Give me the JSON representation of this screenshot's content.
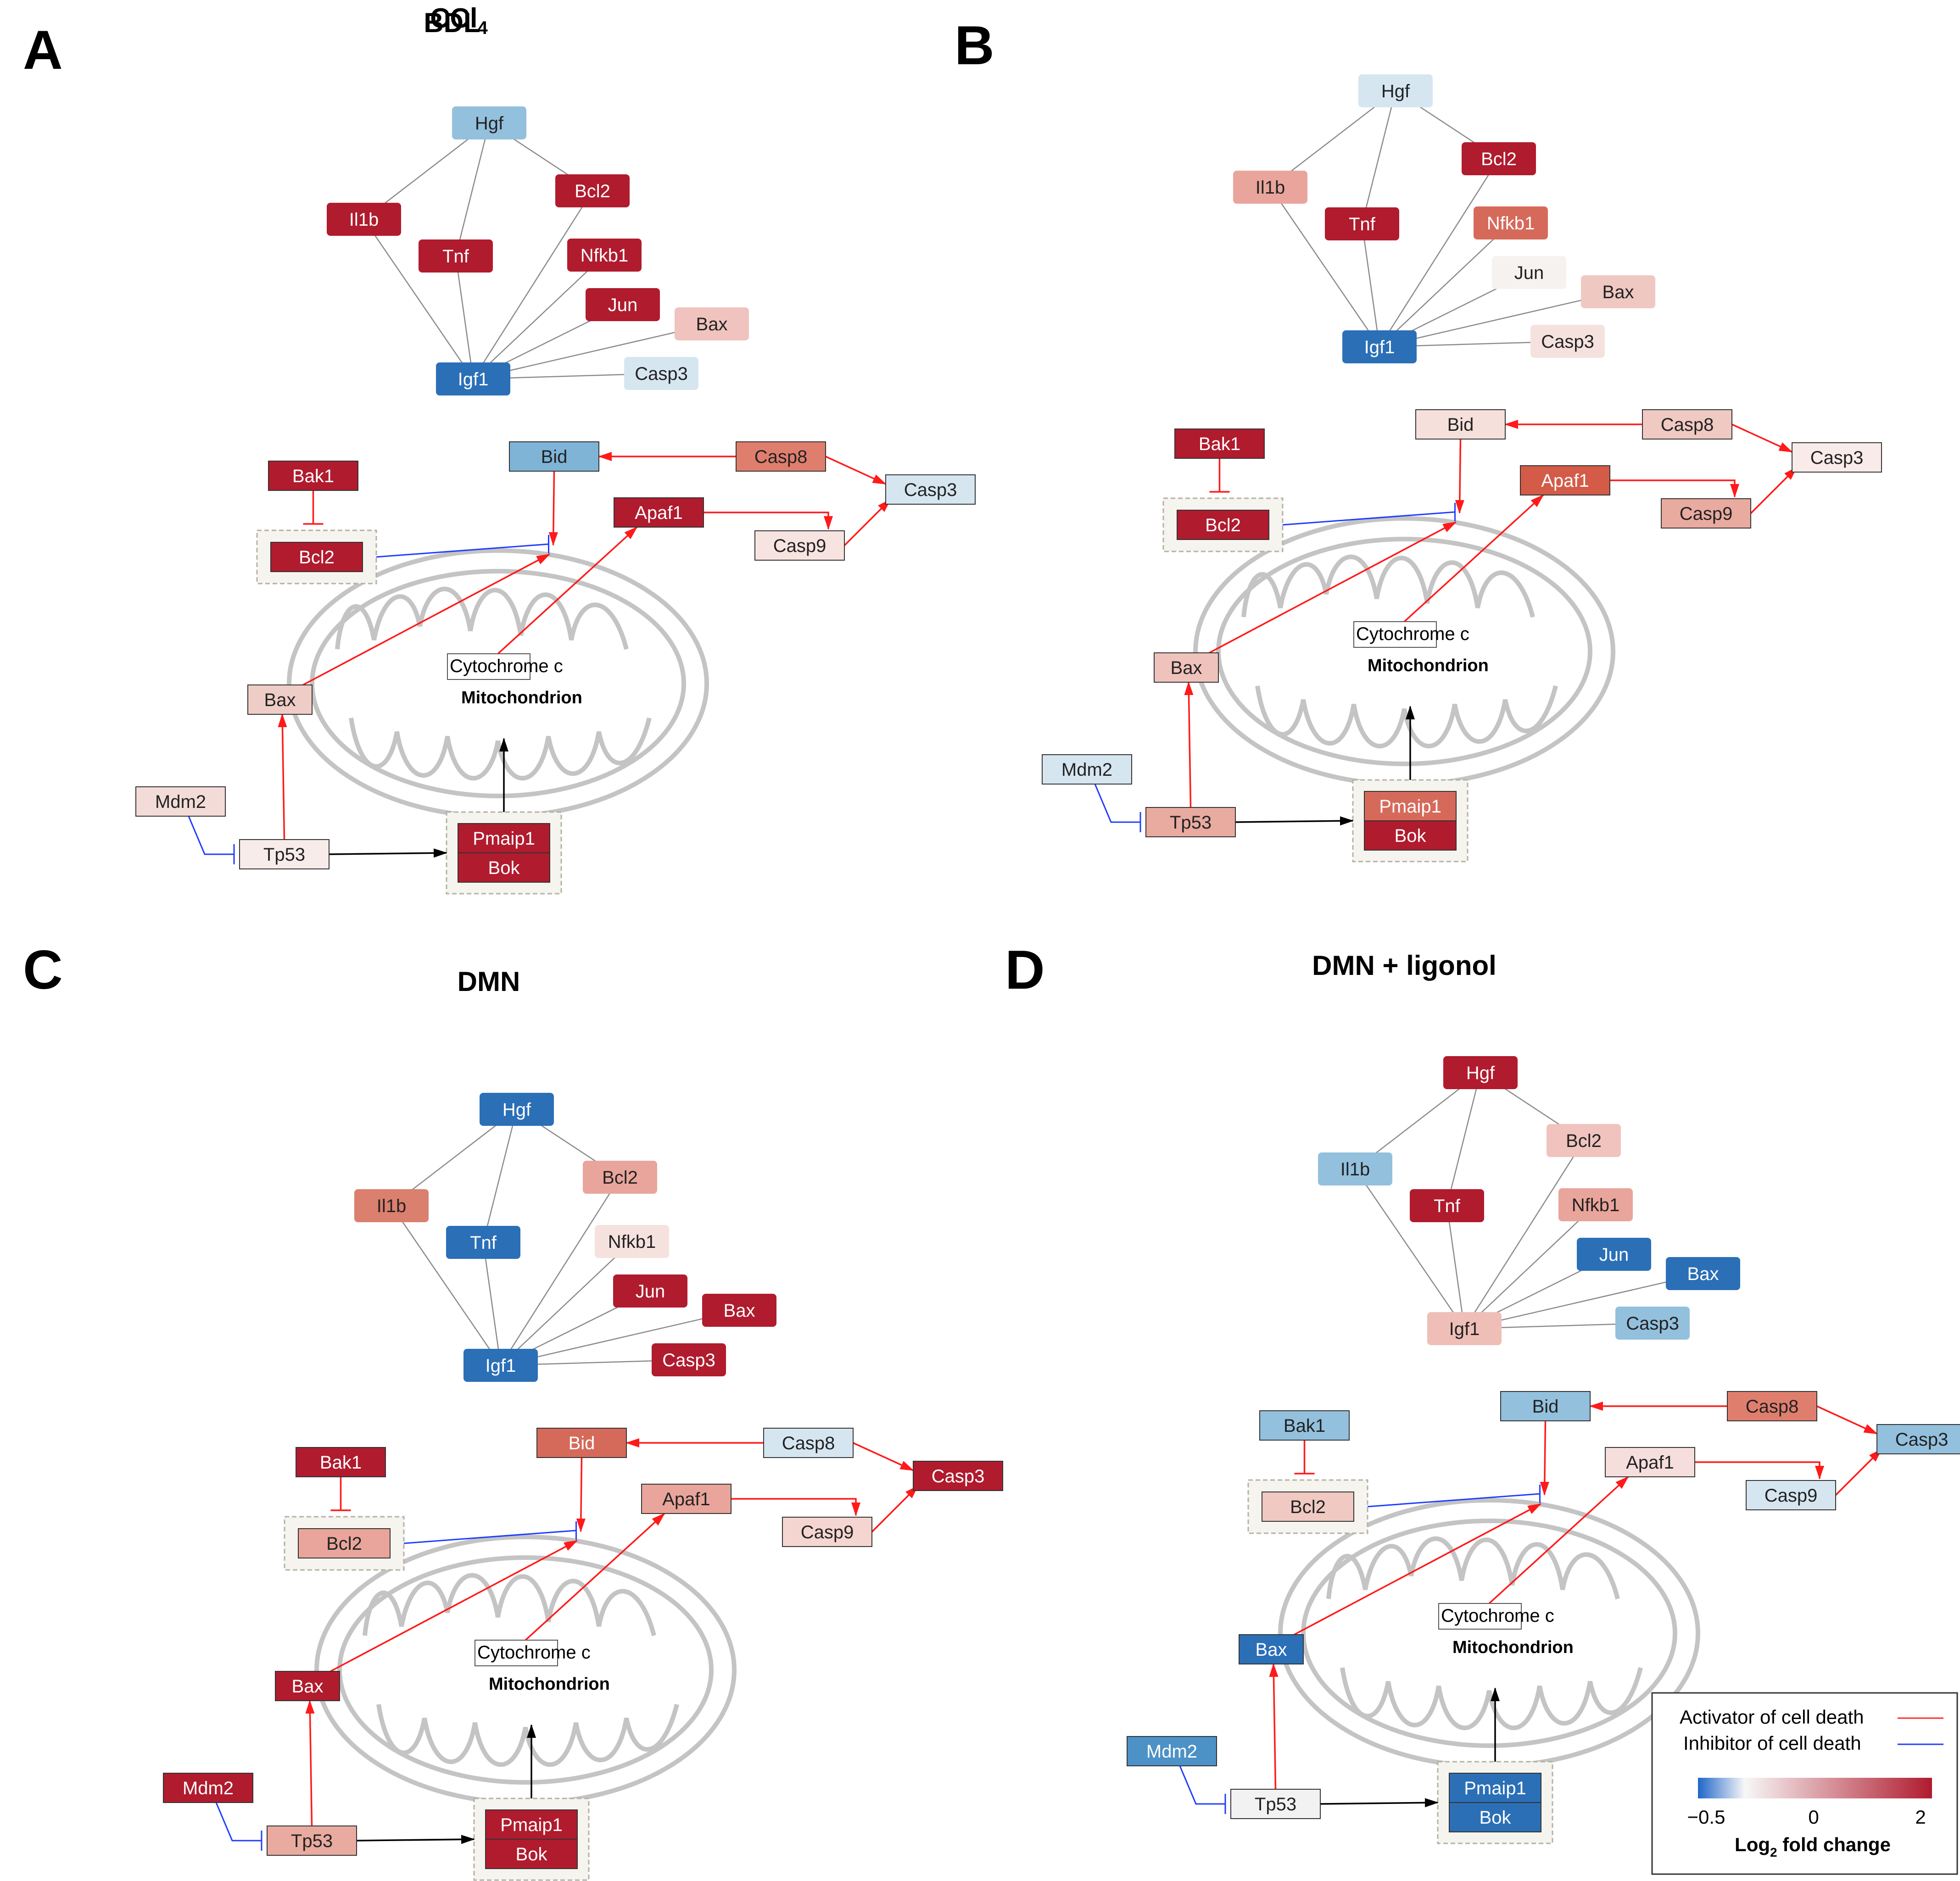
{
  "panels": [
    {
      "letter": "A",
      "title": "BDL",
      "title_sub": "",
      "network": {
        "Hgf": "#93c0dd",
        "Il1b": "#b01b2e",
        "Bcl2": "#b01b2e",
        "Tnf": "#b01b2e",
        "Nfkb1": "#b01b2e",
        "Jun": "#b01b2e",
        "Bax": "#f0c3be",
        "Igf1": "#2b6fb7",
        "Casp3": "#d6e6f1"
      },
      "pathway": {
        "Bak1": "#b01b2e",
        "Bcl2": "#b01b2e",
        "Bid": "#7fb4d7",
        "Casp8": "#e07e6e",
        "Apaf1": "#b01b2e",
        "Casp9": "#f7e4e1",
        "Casp3": "#d6e6f1",
        "Bax": "#efcdc7",
        "Mdm2": "#f3dcd8",
        "Tp53": "#f8eceb",
        "Pmaip1": "#b01b2e",
        "Bok": "#b01b2e"
      }
    },
    {
      "letter": "B",
      "title": "CCl",
      "title_sub": "4",
      "network": {
        "Hgf": "#d6e6f1",
        "Il1b": "#e9a59b",
        "Bcl2": "#b01b2e",
        "Tnf": "#b01b2e",
        "Nfkb1": "#d66a5a",
        "Jun": "#f5f2f0",
        "Bax": "#efc8c2",
        "Igf1": "#2b6fb7",
        "Casp3": "#f5e2df"
      },
      "pathway": {
        "Bak1": "#b01b2e",
        "Bcl2": "#b01b2e",
        "Bid": "#f5e0dc",
        "Casp8": "#f0c9c2",
        "Apaf1": "#d35b47",
        "Casp9": "#e9aaa0",
        "Casp3": "#f8ebe9",
        "Bax": "#efc3bc",
        "Mdm2": "#d6e6f1",
        "Tp53": "#e9aaa0",
        "Pmaip1": "#d66a5a",
        "Bok": "#b01b2e"
      }
    },
    {
      "letter": "C",
      "title": "DMN",
      "title_sub": "",
      "network": {
        "Hgf": "#2b6fb7",
        "Il1b": "#db7f6f",
        "Bcl2": "#e9a59b",
        "Tnf": "#2b6fb7",
        "Nfkb1": "#f5e2df",
        "Jun": "#b01b2e",
        "Bax": "#b01b2e",
        "Igf1": "#2b6fb7",
        "Casp3": "#b01b2e"
      },
      "pathway": {
        "Bak1": "#b01b2e",
        "Bcl2": "#e9a59b",
        "Bid": "#d66a5a",
        "Casp8": "#d6e6f1",
        "Apaf1": "#e9a59b",
        "Casp9": "#f5d5d0",
        "Casp3": "#b01b2e",
        "Bax": "#b01b2e",
        "Mdm2": "#b01b2e",
        "Tp53": "#e9aaa0",
        "Pmaip1": "#b01b2e",
        "Bok": "#b01b2e"
      }
    },
    {
      "letter": "D",
      "title": "DMN + ligonol",
      "title_sub": "",
      "network": {
        "Hgf": "#b01b2e",
        "Il1b": "#93c0dd",
        "Bcl2": "#f0c3be",
        "Tnf": "#b01b2e",
        "Nfkb1": "#e9a59b",
        "Jun": "#2b6fb7",
        "Bax": "#2b6fb7",
        "Igf1": "#efbfb7",
        "Casp3": "#93c0dd"
      },
      "pathway": {
        "Bak1": "#93c0dd",
        "Bcl2": "#f0c9c2",
        "Bid": "#93c0dd",
        "Casp8": "#e07e6e",
        "Apaf1": "#f5dedb",
        "Casp9": "#d6e6f1",
        "Casp3": "#93c0dd",
        "Bax": "#2b6fb7",
        "Mdm2": "#4c92c6",
        "Tp53": "#f2f2f2",
        "Pmaip1": "#2b6fb7",
        "Bok": "#2b6fb7"
      }
    }
  ],
  "common": {
    "cytochrome_label": "Cytochrome c",
    "mitochondrion_label": "Mitochondrion"
  },
  "legend": {
    "activator_label": "Activator of cell death",
    "inhibitor_label": "Inhibitor of cell death",
    "activator_color": "#ff2a2a",
    "inhibitor_color": "#1f3dff",
    "scale_min_label": "−0.5",
    "scale_mid_label": "0",
    "scale_max_label": "2",
    "title_main": "Log",
    "title_sub": "2",
    "title_rest": " fold change",
    "gradient_colors": [
      "#1f66c9",
      "#f7f7f7",
      "#b01b2e"
    ]
  }
}
